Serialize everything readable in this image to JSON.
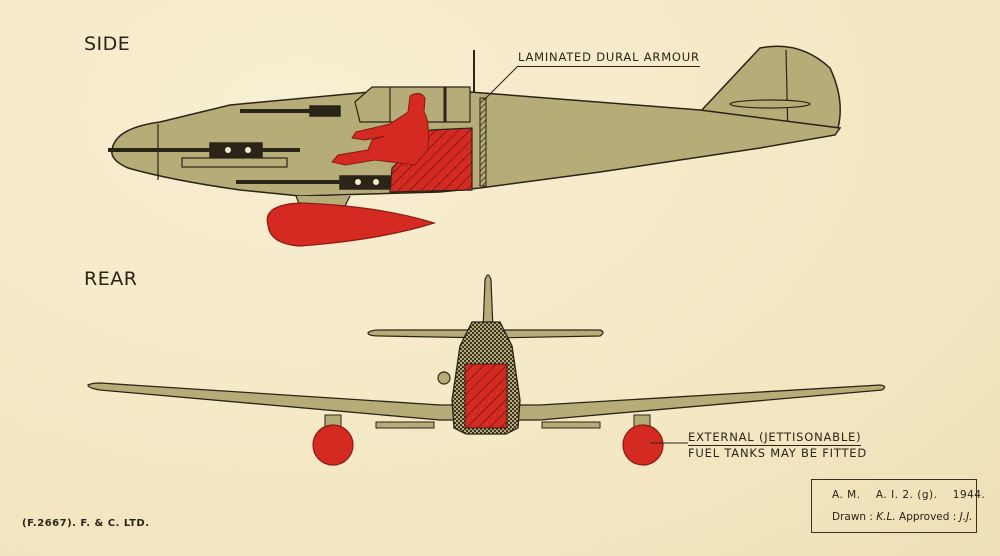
{
  "views": {
    "side": {
      "label": "SIDE"
    },
    "rear": {
      "label": "REAR"
    }
  },
  "annotations": {
    "armour": "LAMINATED DURAL ARMOUR",
    "tanks_line1": "EXTERNAL (JETTISONABLE)",
    "tanks_line2": "FUEL TANKS MAY BE FITTED"
  },
  "footer": {
    "print_code": "(F.2667). F. & C. LTD."
  },
  "reference_box": {
    "line1": "A. M.    A. I. 2. (g).    1944.",
    "drawn_label": "Drawn : ",
    "drawn_by": "K.L.",
    "approved_label": " Approved : ",
    "approved_by": "J.J."
  },
  "colors": {
    "paper": "#f6ecc9",
    "airframe": "#b5ac78",
    "armour_red": "#d42a22",
    "outline": "#2a2418"
  }
}
